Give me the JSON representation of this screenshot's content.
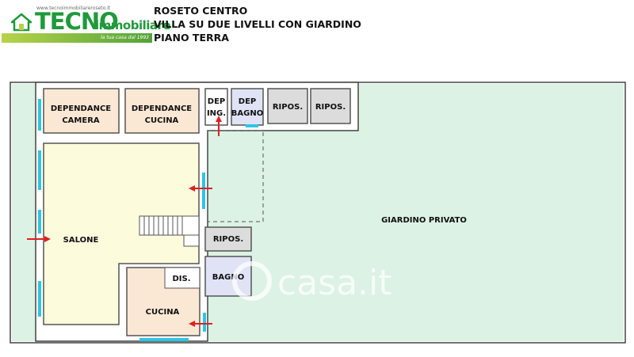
{
  "header": {
    "logo": {
      "url": "www.tecnoimmobiliareroseto.it",
      "brand_main": "TECNO",
      "brand_sub": "immobiliare",
      "tagline": "la tua casa dal 1993"
    },
    "lines": [
      "ROSETO CENTRO",
      "VILLA SU DUE LIVELLI CON GIARDINO",
      "PIANO TERRA"
    ]
  },
  "rooms": {
    "dependance_camera": [
      "DEPENDANCE",
      "CAMERA"
    ],
    "dependance_cucina": [
      "DEPENDANCE",
      "CUCINA"
    ],
    "dep_ing": [
      "DEP",
      "ING."
    ],
    "dep_bagno": [
      "DEP",
      "BAGNO"
    ],
    "ripos_1": "RIPOS.",
    "ripos_2": "RIPOS.",
    "ripos_3": "RIPOS.",
    "salone": "SALONE",
    "dis": "DIS.",
    "bagno": "BAGNO",
    "cucina": "CUCINA",
    "giardino": "GIARDINO PRIVATO"
  },
  "colors": {
    "garden": "#dcf2e4",
    "living": "#fcfbdc",
    "kitchen": "#fbe8d4",
    "bath": "#dfe3f5",
    "storage": "#dcdcdc",
    "wall": "#ffffff",
    "window": "#2ec5e6",
    "arrow": "#e02020",
    "brand": "#1f9a3a"
  },
  "watermark": "casa.it"
}
